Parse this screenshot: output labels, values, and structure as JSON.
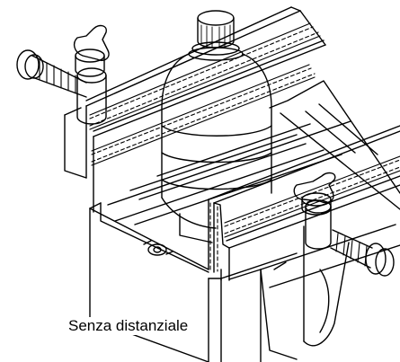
{
  "figure": {
    "caption": "Senza distanziale"
  },
  "components": [
    {
      "id": "bottle",
      "icon": "bottle-icon"
    },
    {
      "id": "guide-rail-left",
      "icon": "guide-rail-icon"
    },
    {
      "id": "guide-rail-right",
      "icon": "guide-rail-icon"
    },
    {
      "id": "clamp-knob-left",
      "icon": "star-knob-icon"
    },
    {
      "id": "clamp-knob-right",
      "icon": "star-knob-icon"
    },
    {
      "id": "adjust-screw-left",
      "icon": "threaded-rod-icon"
    },
    {
      "id": "adjust-screw-right",
      "icon": "threaded-rod-icon"
    },
    {
      "id": "roller-chain-left",
      "icon": "chain-icon"
    },
    {
      "id": "roller-chain-right",
      "icon": "chain-icon"
    },
    {
      "id": "conveyor-frame",
      "icon": "conveyor-frame-icon"
    }
  ],
  "colors": {
    "line": "#000000",
    "background": "#ffffff"
  }
}
